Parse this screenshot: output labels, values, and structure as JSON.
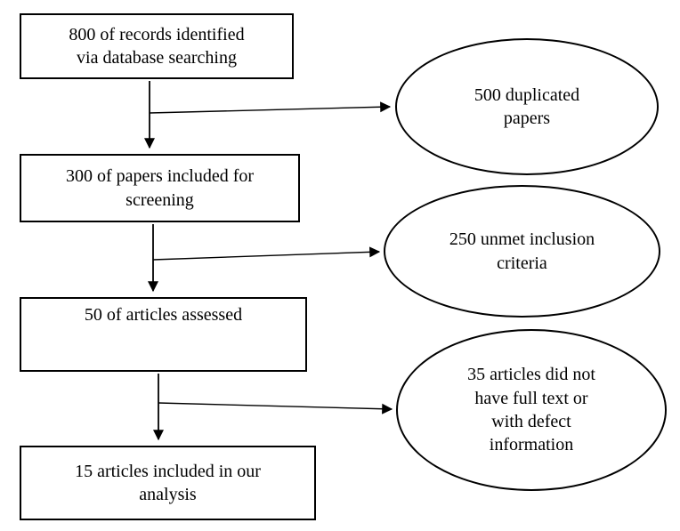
{
  "flow": {
    "boxes": [
      {
        "id": "records-identified",
        "text": "800 of records identified\nvia database searching"
      },
      {
        "id": "papers-screening",
        "text": "300 of papers included for\nscreening"
      },
      {
        "id": "articles-assessed",
        "text": "50 of articles assessed"
      },
      {
        "id": "articles-included",
        "text": "15 articles included in our\nanalysis"
      }
    ],
    "exclusions": [
      {
        "id": "duplicated-papers",
        "text": "500 duplicated\npapers"
      },
      {
        "id": "unmet-criteria",
        "text": "250 unmet inclusion\ncriteria"
      },
      {
        "id": "no-full-text",
        "text": "35 articles did not\nhave full text or\nwith defect\ninformation"
      }
    ],
    "colors": {
      "stroke": "#000000",
      "background": "#ffffff",
      "text": "#000000"
    }
  }
}
